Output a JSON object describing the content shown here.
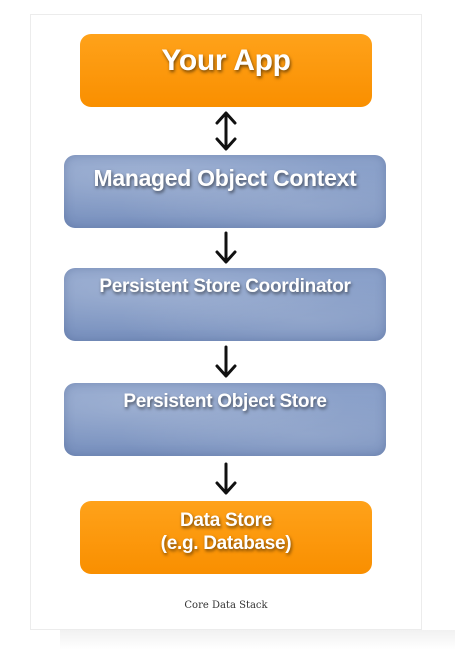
{
  "diagram": {
    "boxes": {
      "app": {
        "label": "Your App",
        "color": "#f98f00"
      },
      "managed_object_context": {
        "label": "Managed Object Context",
        "color": "#7e95c2"
      },
      "persistent_store_coordinator": {
        "label": "Persistent Store Coordinator",
        "color": "#7e95c2"
      },
      "persistent_object_store": {
        "label": "Persistent Object Store",
        "color": "#7e95c2"
      },
      "data_store": {
        "line1": "Data Store",
        "line2": "(e.g. Database)",
        "color": "#f98f00"
      }
    },
    "arrows": [
      {
        "from": "app",
        "to": "managed_object_context",
        "direction": "bidirectional",
        "icon": "double-arrow-icon"
      },
      {
        "from": "managed_object_context",
        "to": "persistent_store_coordinator",
        "direction": "down",
        "icon": "down-arrow-icon"
      },
      {
        "from": "persistent_store_coordinator",
        "to": "persistent_object_store",
        "direction": "down",
        "icon": "down-arrow-icon"
      },
      {
        "from": "persistent_object_store",
        "to": "data_store",
        "direction": "down",
        "icon": "down-arrow-icon"
      }
    ]
  },
  "caption": "Core Data Stack"
}
